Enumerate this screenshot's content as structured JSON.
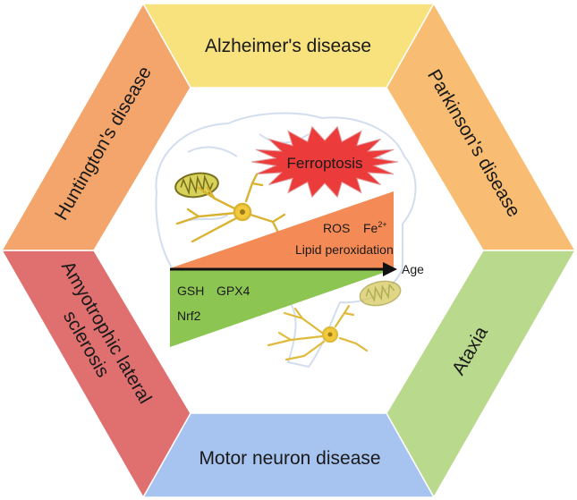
{
  "segments": [
    {
      "id": "top",
      "label": "Alzheimer's disease",
      "color": "#f7e27e"
    },
    {
      "id": "top-right",
      "label": "Parkinson's disease",
      "color": "#f8bd72"
    },
    {
      "id": "bottom-right",
      "label": "Ataxia",
      "color": "#b9d98c"
    },
    {
      "id": "bottom",
      "label": "Motor neuron disease",
      "color": "#a7c3ef"
    },
    {
      "id": "bottom-left",
      "label_lines": [
        "Amyotrophic lateral",
        "sclerosis"
      ],
      "color": "#e07070"
    },
    {
      "id": "top-left",
      "label": "Huntington's disease",
      "color": "#f3a56b"
    }
  ],
  "center": {
    "burst_label": "Ferroptosis",
    "burst_color": "#ec3b3b",
    "increasing": {
      "ros": "ROS",
      "fe": "Fe",
      "fe_sup": "2+",
      "lipid": "Lipid peroxidation",
      "color": "#f48a55"
    },
    "decreasing": {
      "gsh": "GSH",
      "gpx4": "GPX4",
      "nrf2": "Nrf2",
      "color": "#8dc553"
    },
    "axis_label": "Age"
  }
}
